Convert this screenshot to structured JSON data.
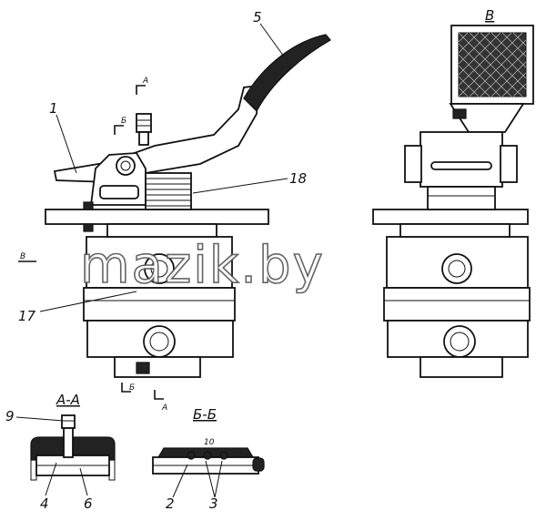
{
  "labels": {
    "l1": "1",
    "l5": "5",
    "l18": "18",
    "l17": "17",
    "l9": "9",
    "l4": "4",
    "l6": "6",
    "l2": "2",
    "l3": "3",
    "l10": "10"
  },
  "section_marks": {
    "a_top": "А",
    "b_top": "Б",
    "b_bottom": "Б",
    "a_bottom": "А",
    "view_b_arrow": "В"
  },
  "titles": {
    "view_b": "В",
    "section_aa": "А-А",
    "section_bb": "Б-Б"
  },
  "watermark": "mazik.by"
}
